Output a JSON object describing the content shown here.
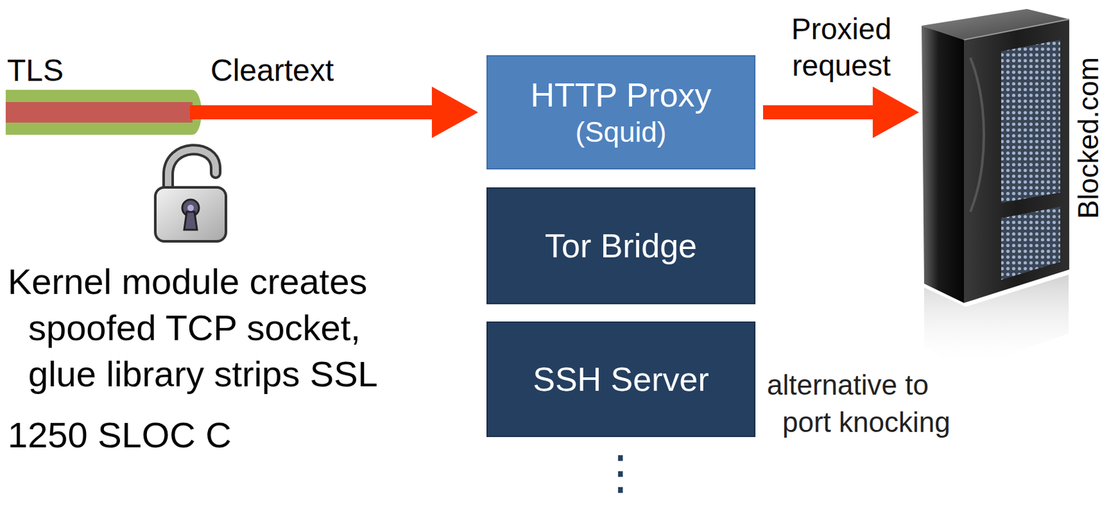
{
  "diagram": {
    "nodes": [
      {
        "text": [
          "HTTP Proxy",
          "(Squid)"
        ]
      },
      {
        "text": [
          "Tor Bridge"
        ]
      },
      {
        "text": [
          "SSH Server"
        ]
      },
      {
        "text": [
          "Blocked.com"
        ]
      }
    ],
    "edges": [
      {
        "from": 0,
        "to": 3,
        "arrow": "to",
        "label": "Proxied request"
      }
    ],
    "labels": [
      "TLS",
      "Cleartext",
      "Kernel module creates spoofed TCP socket, glue library strips SSL",
      "1250 SLOC C",
      "alternative to port knocking",
      "⋮"
    ]
  }
}
